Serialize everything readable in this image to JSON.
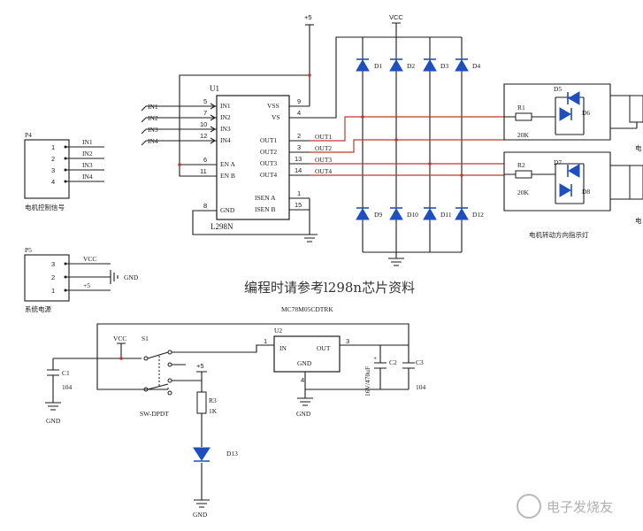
{
  "u1": {
    "ref": "U1",
    "part": "L298N",
    "pins_left": [
      {
        "num": "5",
        "name": "IN1"
      },
      {
        "num": "7",
        "name": "IN2"
      },
      {
        "num": "10",
        "name": "IN3"
      },
      {
        "num": "12",
        "name": "IN4"
      },
      {
        "num": "6",
        "name": "EN A"
      },
      {
        "num": "11",
        "name": "EN B"
      },
      {
        "num": "8",
        "name": "GND"
      }
    ],
    "pins_right": [
      {
        "num": "9",
        "name": "VSS"
      },
      {
        "num": "4",
        "name": "VS"
      },
      {
        "num": "2",
        "name": "OUT1"
      },
      {
        "num": "3",
        "name": "OUT2"
      },
      {
        "num": "13",
        "name": "OUT3"
      },
      {
        "num": "14",
        "name": "OUT4"
      },
      {
        "num": "1",
        "name": "ISEN A"
      },
      {
        "num": "15",
        "name": "ISEN B"
      }
    ]
  },
  "inputs": [
    "IN1",
    "IN2",
    "IN3",
    "IN4"
  ],
  "out_nets": [
    "OUT1",
    "OUT2",
    "OUT3",
    "OUT4"
  ],
  "power": {
    "plus5": "+5",
    "vcc": "VCC",
    "gnd": "GND"
  },
  "diodes_top": [
    "D1",
    "D2",
    "D3",
    "D4"
  ],
  "diodes_bot": [
    "D9",
    "D10",
    "D11",
    "D12"
  ],
  "motor_leds": {
    "d5": "D5",
    "d6": "D6",
    "d7": "D7",
    "d8": "D8",
    "r1": "R1",
    "r1v": "20K",
    "r2": "R2",
    "r2v": "20K",
    "side_upper": "电",
    "side_lower": "电"
  },
  "motor_indicator_label": "电机转动方向指示灯",
  "p4": {
    "ref": "P4",
    "pins": [
      "1",
      "2",
      "3",
      "4"
    ],
    "nets": [
      "IN1",
      "IN2",
      "IN3",
      "IN4"
    ],
    "caption": "电机控制信号"
  },
  "p5": {
    "ref": "P5",
    "pins": [
      "3",
      "2",
      "1"
    ],
    "nets": [
      "VCC",
      "",
      "+5"
    ],
    "gnd": "GND",
    "caption": "系统电源"
  },
  "note": "编程时请参考l298n芯片资料",
  "regulator": {
    "part": "MC78M05CDTRK",
    "ref": "U2",
    "in": "IN",
    "out": "OUT",
    "gnd": "GND",
    "pin_in": "1",
    "pin_out": "3",
    "pin_gnd": "4"
  },
  "switch": {
    "ref": "S1",
    "part": "SW-DPDT"
  },
  "c1": {
    "ref": "C1",
    "value": "104"
  },
  "c2": {
    "ref": "C2",
    "value": "16V/470uF",
    "plus": "+"
  },
  "c3": {
    "ref": "C3",
    "value": "104"
  },
  "r3": {
    "ref": "R3",
    "value": "1K"
  },
  "d13": {
    "ref": "D13"
  },
  "watermark": "电子发烧友"
}
